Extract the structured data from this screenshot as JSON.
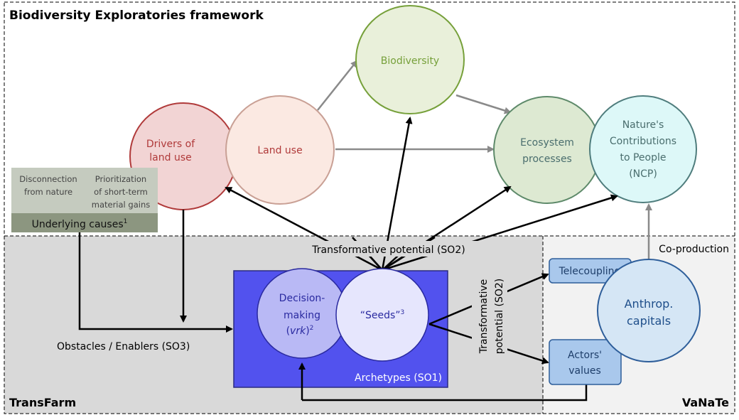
{
  "title": "Biodiversity Exploratories framework",
  "regions": {
    "transfarm": "TransFarm",
    "vanate": "VaNaTe"
  },
  "nodes": {
    "drivers": [
      "Drivers of",
      "land use"
    ],
    "land_use": "Land use",
    "biodiversity": "Biodiversity",
    "ecosystem": [
      "Ecosystem",
      "processes"
    ],
    "ncp": [
      "Nature's",
      "Contributions",
      "to People",
      "(NCP)"
    ],
    "anthrop": [
      "Anthrop.",
      "capitals"
    ],
    "telecoupling": "Telecoupling",
    "actors": [
      "Actors'",
      "values"
    ],
    "decision": [
      "Decision-",
      "making",
      "vrk",
      "2"
    ],
    "seeds": "“Seeds”",
    "seeds_sup": "3",
    "archetypes": "Archetypes (SO1)"
  },
  "underlying": {
    "item1": [
      "Disconnection",
      "from nature"
    ],
    "item2": [
      "Prioritization",
      "of short-term",
      "material gains"
    ],
    "label": "Underlying causes",
    "sup": "1"
  },
  "labels": {
    "transformative_top": "Transformative potential (SO2)",
    "transformative_side": [
      "Transformative",
      "potential (SO2)"
    ],
    "obstacles": "Obstacles / Enablers (SO3)",
    "coproduction": "Co-production"
  },
  "colors": {
    "drivers": "#b03a3a",
    "biodiversity": "#76a03a",
    "archetypes": "#5252ee",
    "anthrop": "#2e5e9a"
  }
}
